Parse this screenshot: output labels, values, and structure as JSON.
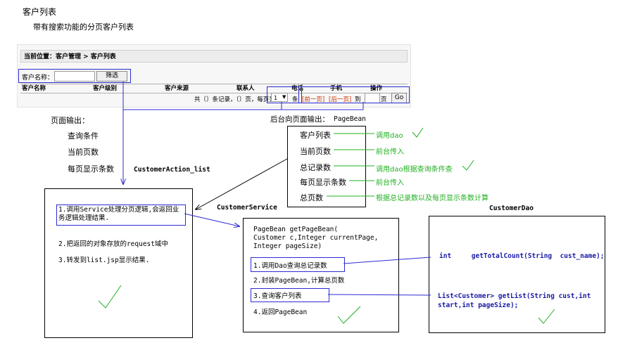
{
  "header": {
    "title": "客户列表",
    "subtitle": "带有搜索功能的分页客户列表"
  },
  "ui": {
    "breadcrumb": "当前位置：客户管理 > 客户列表",
    "search_label": "客户名称：",
    "search_value": "",
    "filter_button": "筛选",
    "columns": [
      "客户名称",
      "客户级别",
      "客户来源",
      "联系人",
      "电话",
      "手机",
      "操作"
    ],
    "pager": {
      "total_text": "共〔〕条记录，〔〕页，每页显示",
      "page_size": "1",
      "unit": "条",
      "prev": "[前一页]",
      "next": "[后一页]",
      "to": "到",
      "page_input": "",
      "page_unit": "页",
      "go_button": "Go"
    }
  },
  "page_output": {
    "title": "页面输出：",
    "items": [
      "查询条件",
      "当前页数",
      "每页显示条数"
    ]
  },
  "action": {
    "name": "CustomerAction_list",
    "steps": [
      "1.调用Service处理分页逻辑,会返回业务逻辑处理结果.",
      "2.把返回的对象存放的request域中",
      "3.转发到list.jsp显示结果."
    ]
  },
  "pagebean": {
    "title": "后台向页面输出：",
    "class_name": "PageBean",
    "fields": [
      "客户列表",
      "当前页数",
      "总记录数",
      "每页显示条数",
      "总页数"
    ],
    "notes": [
      "调用dao",
      "前台传入",
      "调用dao根据查询条件查",
      "前台传入",
      "根据总记录数以及每页显示条数计算"
    ]
  },
  "service": {
    "name": "CustomerService",
    "signature": "PageBean getPageBean(\nCustomer c,Integer currentPage,\nInteger pageSize)",
    "steps": [
      "1.调用Dao查询总记录数",
      "2.封装PageBean,计算总页数",
      "3.查询客户列表",
      "4.返回PageBean"
    ]
  },
  "dao": {
    "name": "CustomerDao",
    "methods": [
      "int     getTotalCount(String  cust_name);",
      "List<Customer> getList(String cust,int\nstart,int pageSize);"
    ]
  },
  "colors": {
    "arrow": "#2b2bd0",
    "note": "#22b022",
    "box": "#000000"
  }
}
